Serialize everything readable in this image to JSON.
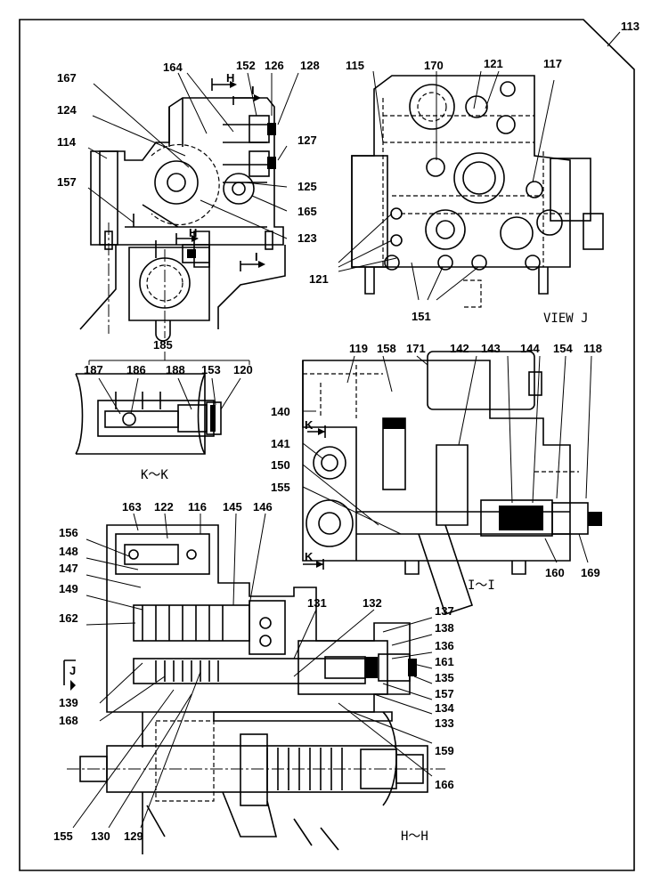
{
  "sheet": {
    "page_number": "113",
    "view_labels": {
      "view_j": "VIEW J",
      "k_k": "K～K",
      "i_i": "I～I",
      "h_h": "H～H",
      "j_marker": "J",
      "h_marker_top": "H",
      "i_marker_top": "I",
      "h_marker_mid": "H",
      "i_marker_mid": "I",
      "k_marker_top": "K",
      "k_marker_bottom": "K"
    },
    "callouts": [
      "164",
      "152",
      "126",
      "128",
      "167",
      "124",
      "114",
      "127",
      "125",
      "165",
      "157",
      "123",
      "115",
      "170",
      "121",
      "117",
      "121",
      "151",
      "185",
      "187",
      "186",
      "188",
      "153",
      "120",
      "119",
      "158",
      "171",
      "142",
      "143",
      "144",
      "154",
      "118",
      "140",
      "141",
      "150",
      "155",
      "160",
      "169",
      "163",
      "122",
      "116",
      "145",
      "146",
      "156",
      "148",
      "147",
      "149",
      "162",
      "131",
      "132",
      "137",
      "138",
      "136",
      "161",
      "135",
      "157",
      "134",
      "133",
      "159",
      "166",
      "139",
      "168",
      "155",
      "130",
      "129"
    ]
  }
}
